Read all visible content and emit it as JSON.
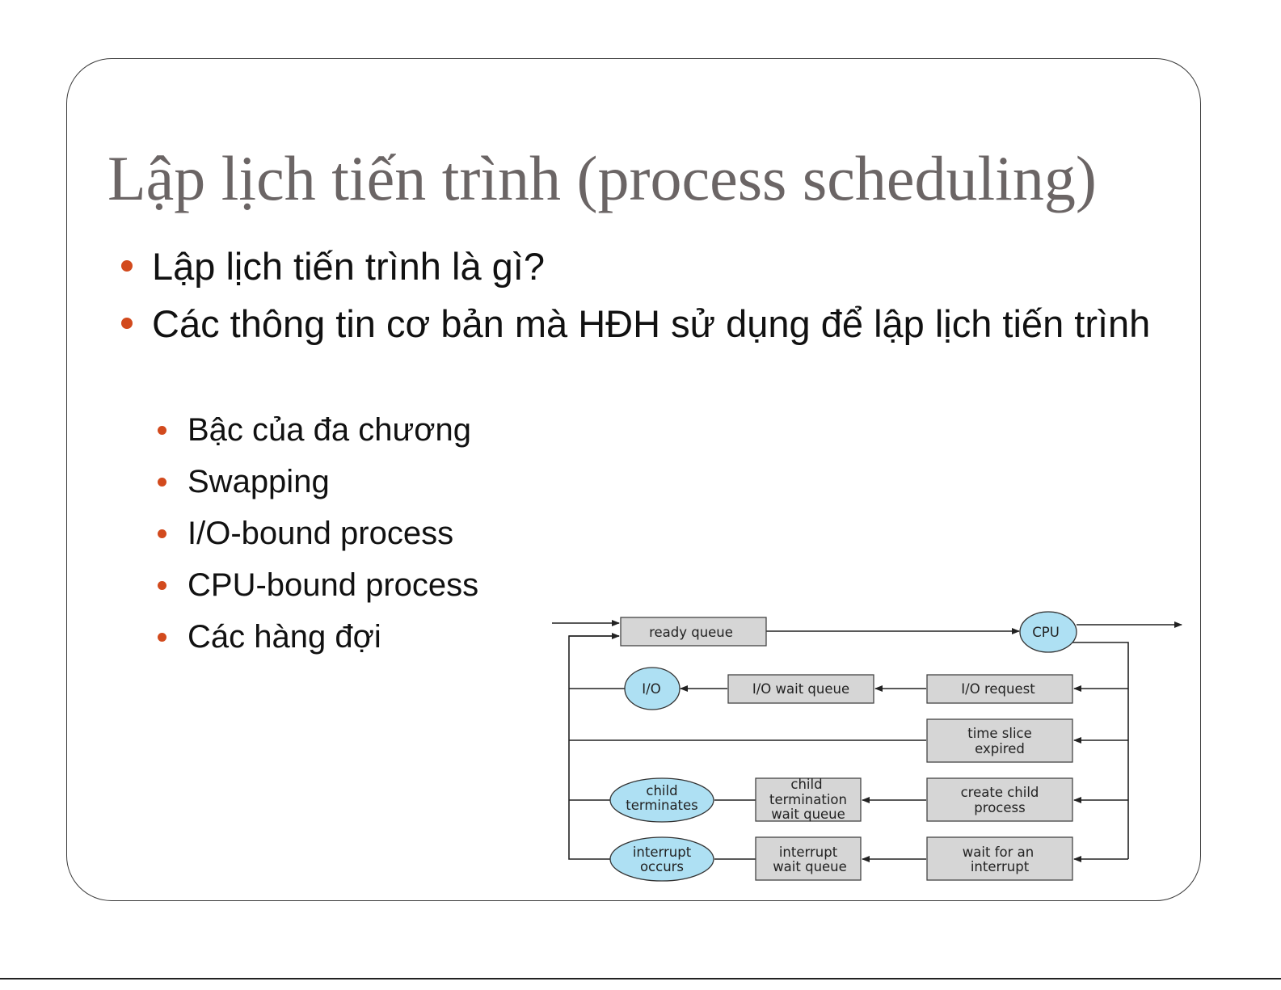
{
  "slide": {
    "title": "Lập lịch tiến trình (process scheduling)",
    "bullets": [
      "Lập lịch tiến trình là gì?",
      "Các thông tin cơ bản mà HĐH sử dụng để lập lịch tiến trình"
    ],
    "sub_bullets": [
      "Bậc của đa chương",
      "Swapping",
      "I/O-bound process",
      "CPU-bound process",
      "Các hàng đợi"
    ]
  },
  "diagram": {
    "ready_queue": "ready queue",
    "cpu": "CPU",
    "io": "I/O",
    "io_wait_queue": "I/O wait queue",
    "io_request": "I/O request",
    "time_slice": [
      "time slice",
      "expired"
    ],
    "child_terminates": [
      "child",
      "terminates"
    ],
    "child_wait_queue": [
      "child",
      "termination",
      "wait queue"
    ],
    "create_child": [
      "create child",
      "process"
    ],
    "interrupt_occurs": [
      "interrupt",
      "occurs"
    ],
    "interrupt_wait_queue": [
      "interrupt",
      "wait queue"
    ],
    "wait_interrupt": [
      "wait for an",
      "interrupt"
    ]
  },
  "colors": {
    "title": "#6b6565",
    "bullet_marker": "#d24a1d",
    "queue_box": "#d6d6d6",
    "resource_oval": "#aee0f3"
  }
}
